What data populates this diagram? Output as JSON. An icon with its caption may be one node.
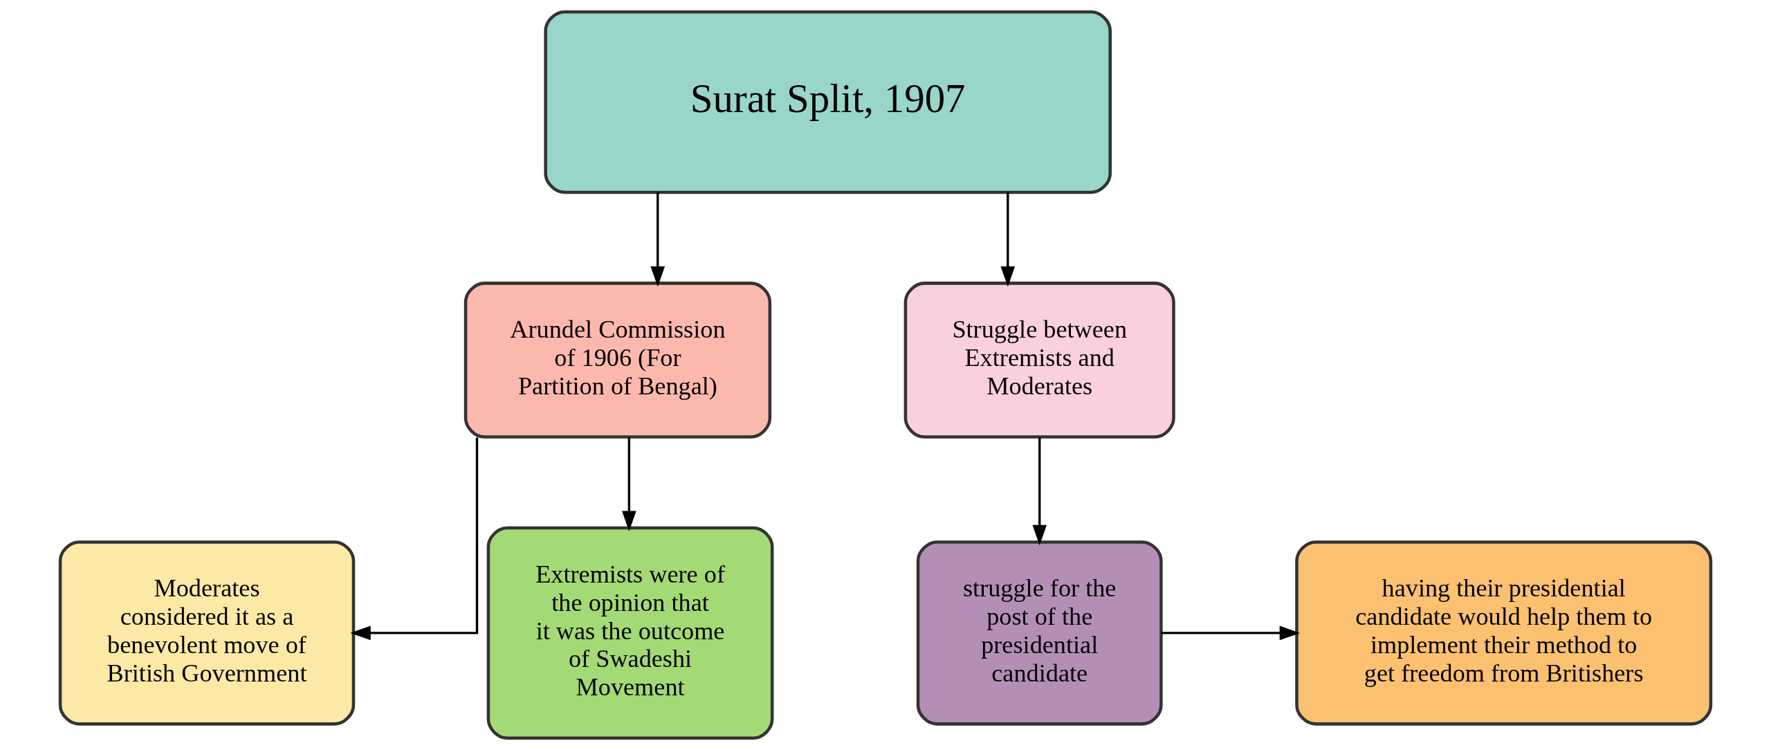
{
  "diagram": {
    "nodes": [
      {
        "text": [
          "Surat Split, 1907"
        ]
      },
      {
        "text": [
          "Arundel Commission of 1906 (For Partition of Bengal)"
        ]
      },
      {
        "text": [
          "Struggle between Extremists and Moderates"
        ]
      },
      {
        "text": [
          "Moderates considered it as a benevolent move of British Government"
        ]
      },
      {
        "text": [
          "Extremists were of the opinion that it was the outcome of Swadeshi Movement"
        ]
      },
      {
        "text": [
          "struggle for the post of the presidential candidate"
        ]
      },
      {
        "text": [
          "having their presidential candidate would help them to implement their method to get freedom from Britishers"
        ]
      }
    ],
    "edges": [
      {
        "from": 0,
        "to": 1,
        "arrow": "to"
      },
      {
        "from": 0,
        "to": 2,
        "arrow": "to"
      },
      {
        "from": 1,
        "to": 3,
        "arrow": "to"
      },
      {
        "from": 1,
        "to": 4,
        "arrow": "to"
      },
      {
        "from": 2,
        "to": 5,
        "arrow": "to"
      },
      {
        "from": 5,
        "to": 6,
        "arrow": "to"
      }
    ]
  }
}
